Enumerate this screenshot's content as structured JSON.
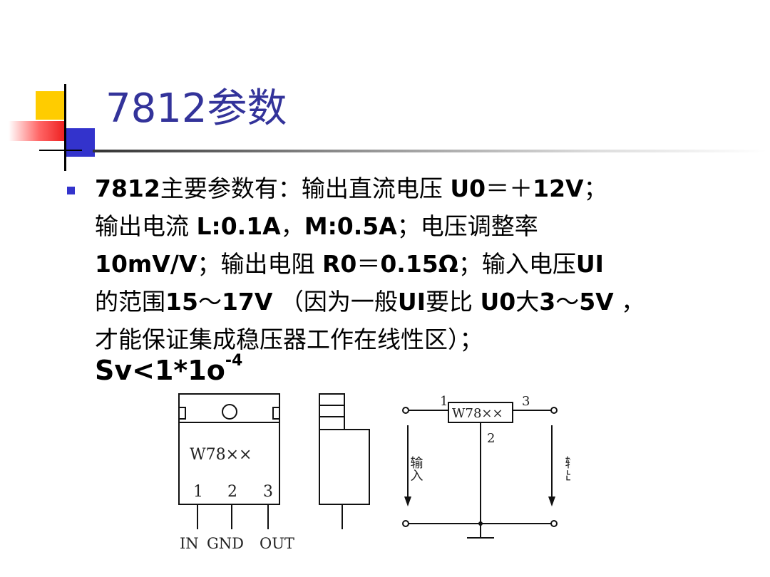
{
  "slide": {
    "title": "7812参数",
    "body_lines": [
      [
        {
          "t": "7812",
          "b": true
        },
        {
          "t": "主要参数有：输出直流电压 ",
          "b": false
        },
        {
          "t": "U0",
          "b": true
        },
        {
          "t": "＝＋",
          "b": false
        },
        {
          "t": "12V",
          "b": true
        },
        {
          "t": "；",
          "b": false
        }
      ],
      [
        {
          "t": "输出电流 ",
          "b": false
        },
        {
          "t": "L:0.1A",
          "b": true
        },
        {
          "t": "，",
          "b": false
        },
        {
          "t": "M:0.5A",
          "b": true
        },
        {
          "t": "；电压调整率",
          "b": false
        }
      ],
      [
        {
          "t": "10mV/V",
          "b": true
        },
        {
          "t": "；输出电阻 ",
          "b": false
        },
        {
          "t": "R0",
          "b": true
        },
        {
          "t": "＝",
          "b": false
        },
        {
          "t": "0.15Ω",
          "b": true
        },
        {
          "t": "；输入电压",
          "b": false
        },
        {
          "t": "UI",
          "b": true
        }
      ],
      [
        {
          "t": "的范围",
          "b": false
        },
        {
          "t": "15",
          "b": true
        },
        {
          "t": "～",
          "b": false
        },
        {
          "t": "17V",
          "b": true
        },
        {
          "t": " （因为一般",
          "b": false
        },
        {
          "t": "UI",
          "b": true
        },
        {
          "t": "要比 ",
          "b": false
        },
        {
          "t": "U0",
          "b": true
        },
        {
          "t": "大",
          "b": false
        },
        {
          "t": "3",
          "b": true
        },
        {
          "t": "～",
          "b": false
        },
        {
          "t": "5V",
          "b": true
        },
        {
          "t": " ，",
          "b": false
        }
      ],
      [
        {
          "t": "才能保证集成稳压器工作在线性区）；",
          "b": false
        }
      ]
    ],
    "sv_base": "Sv<1*1o",
    "sv_exp": "-4"
  },
  "diagram": {
    "package_label": "W78××",
    "pin_numbers": [
      "1",
      "2",
      "3"
    ],
    "pin_names": [
      "IN",
      "GND",
      "OUT"
    ],
    "circuit_label": "W78××",
    "circuit_pins": [
      "1",
      "2",
      "3"
    ],
    "input_label": "输入",
    "output_label": "输出"
  },
  "colors": {
    "title": "#33339a",
    "bullet": "#3333cc",
    "accent_yellow": "#ffcc00",
    "accent_red": "#ee2222"
  }
}
